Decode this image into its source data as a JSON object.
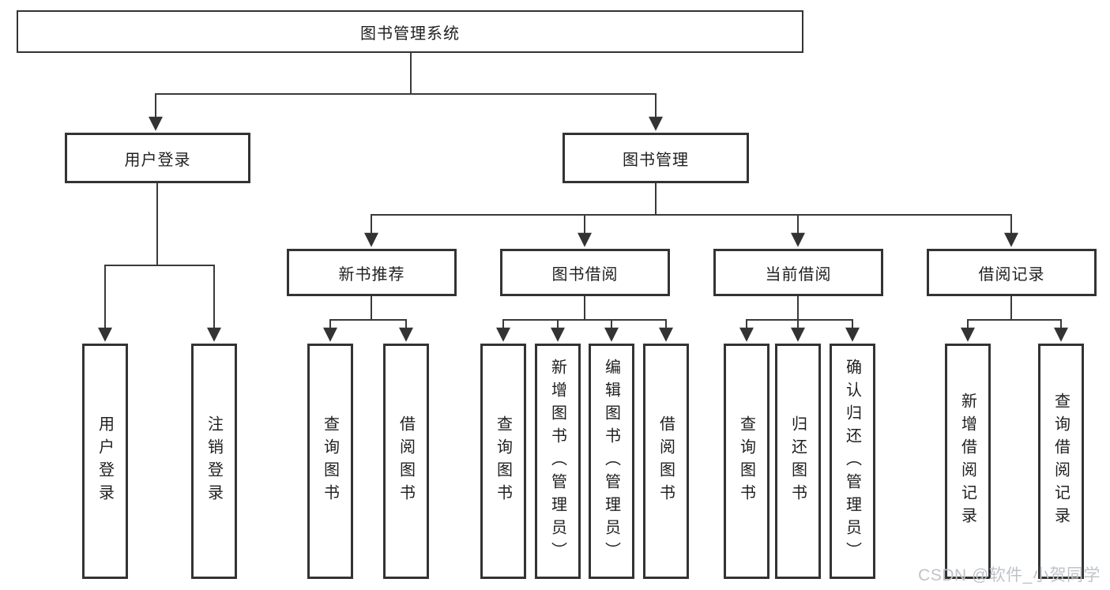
{
  "diagram": {
    "root": {
      "label": "图书管理系统"
    },
    "branches": [
      {
        "label": "用户登录",
        "children": [
          {
            "label": "用户登录"
          },
          {
            "label": "注销登录"
          }
        ]
      },
      {
        "label": "图书管理",
        "sections": [
          {
            "label": "新书推荐",
            "children": [
              {
                "label": "查询图书"
              },
              {
                "label": "借阅图书"
              }
            ]
          },
          {
            "label": "图书借阅",
            "children": [
              {
                "label": "查询图书"
              },
              {
                "label": "新增图书（管理员）"
              },
              {
                "label": "编辑图书（管理员）"
              },
              {
                "label": "借阅图书"
              }
            ]
          },
          {
            "label": "当前借阅",
            "children": [
              {
                "label": "查询图书"
              },
              {
                "label": "归还图书"
              },
              {
                "label": "确认归还（管理员）"
              }
            ]
          },
          {
            "label": "借阅记录",
            "children": [
              {
                "label": "新增借阅记录"
              },
              {
                "label": "查询借阅记录"
              }
            ]
          }
        ]
      }
    ]
  },
  "watermark": "CSDN @软件_小贺同学",
  "colors": {
    "line": "#3a3a3a",
    "box_border": "#333333",
    "text": "#1f1f1f",
    "watermark": "#bfc3c8",
    "background": "#ffffff"
  }
}
